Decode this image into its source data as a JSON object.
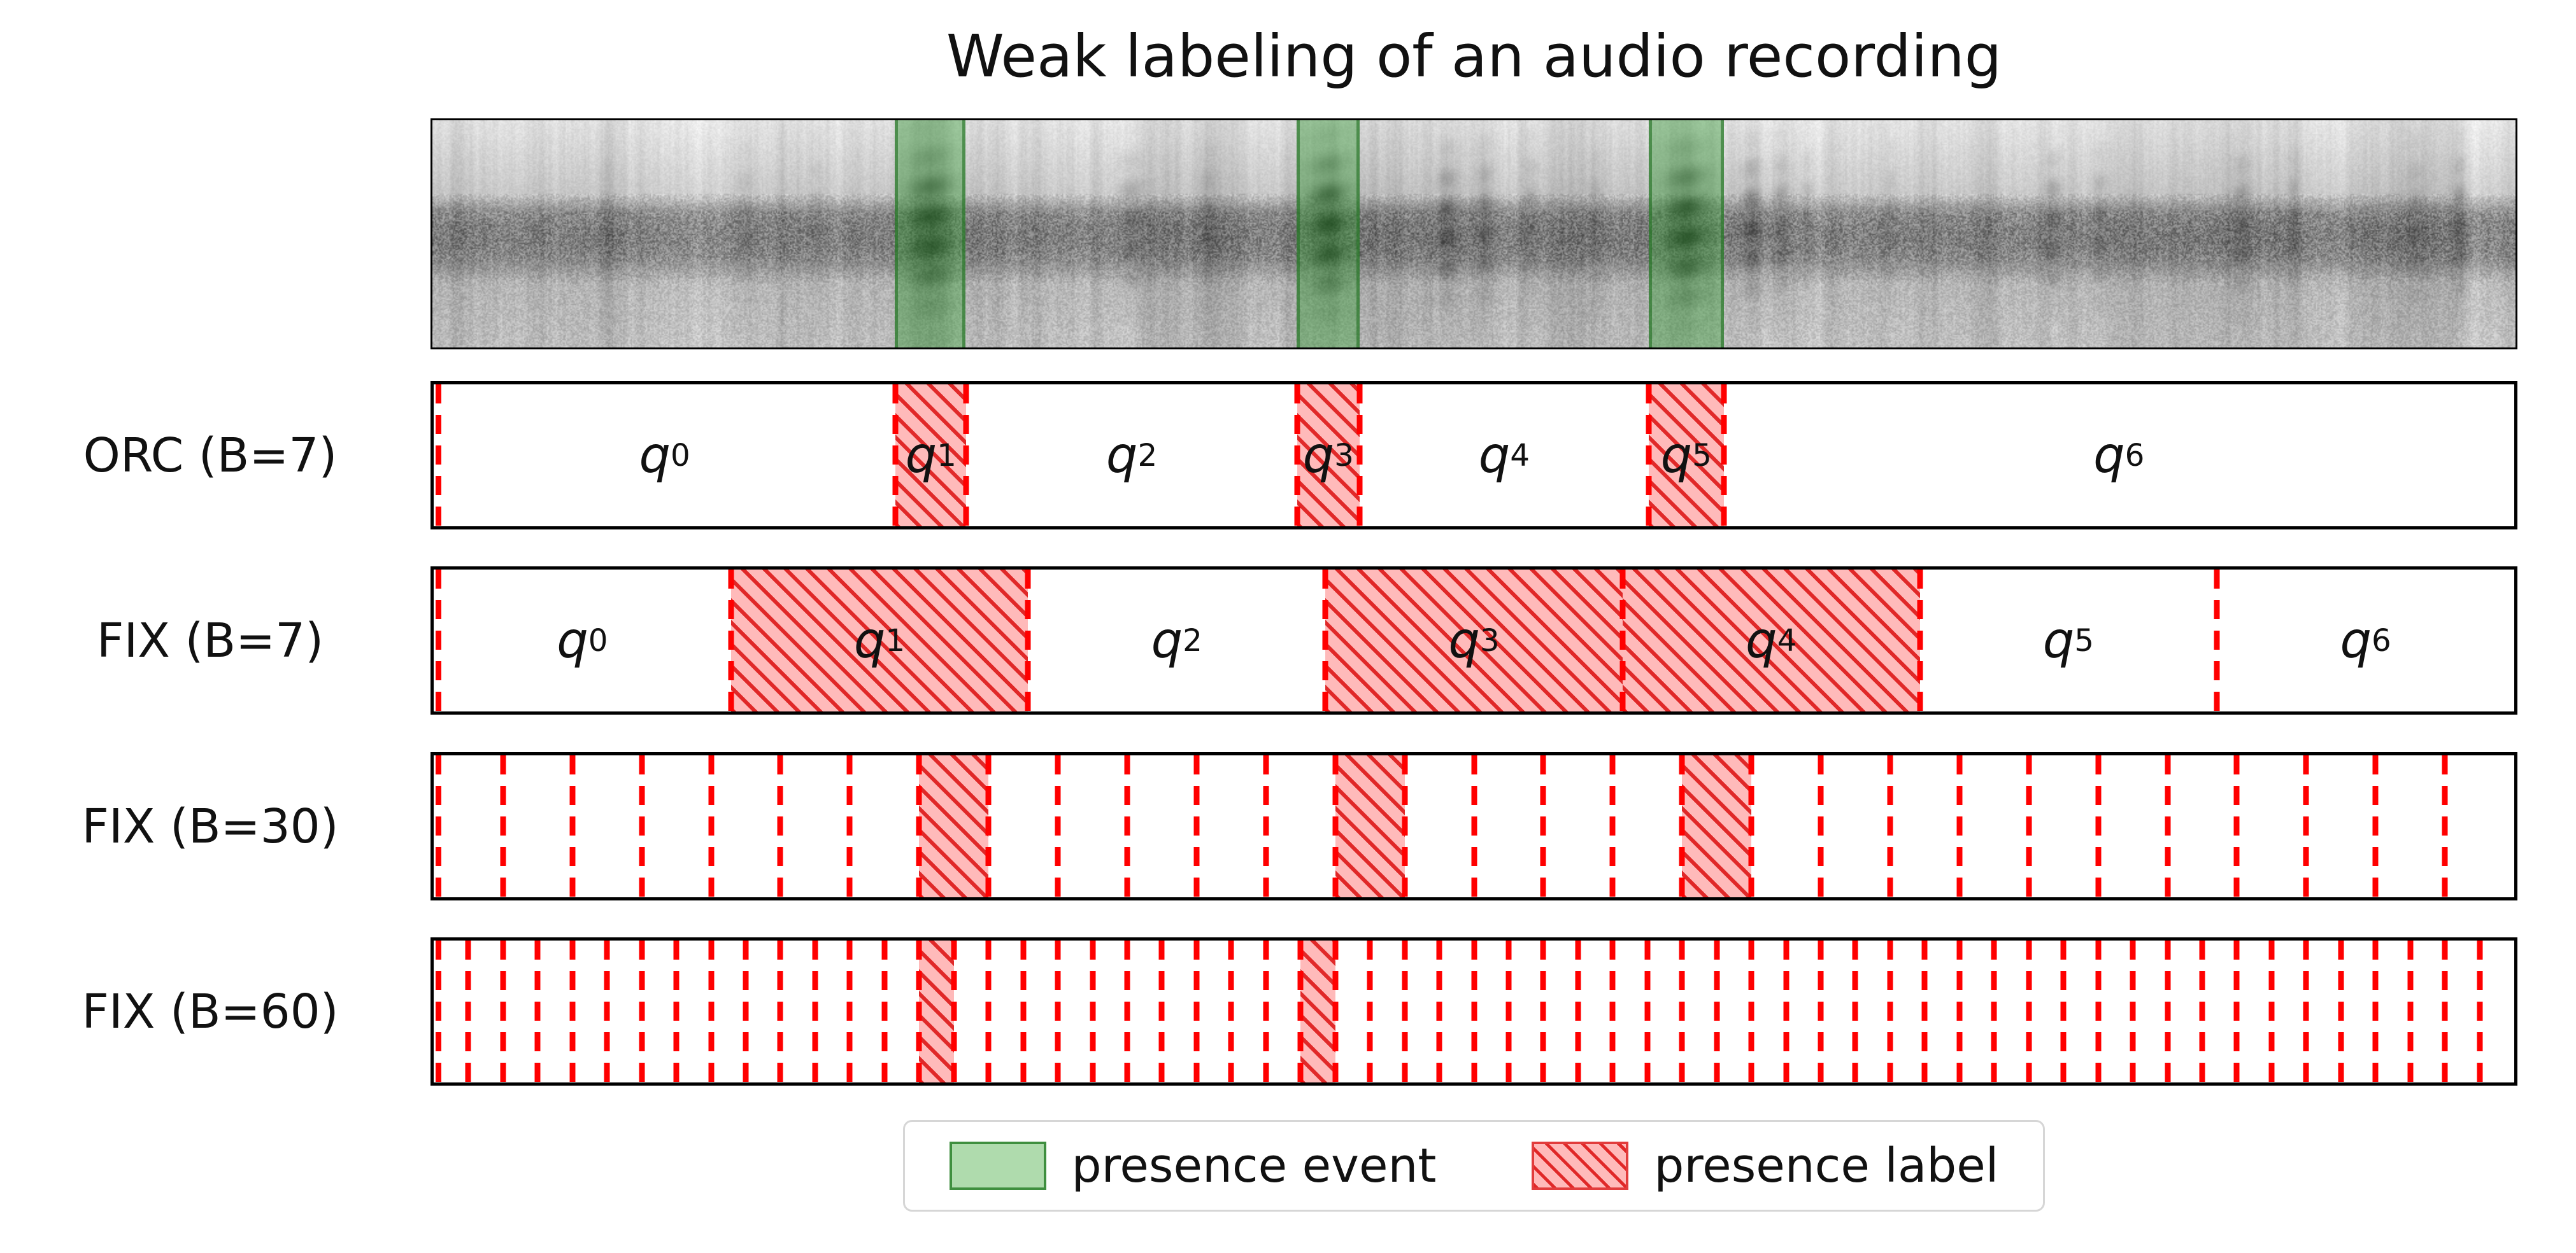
{
  "title": "Weak labeling of an audio recording",
  "colors": {
    "presence_event": "#4daf4a",
    "presence_label": "#ff0000",
    "hatch_fill": "#ffb9b9",
    "frame": "#000000"
  },
  "spectrogram": {
    "events": [
      {
        "start": 0.222,
        "end": 0.256
      },
      {
        "start": 0.415,
        "end": 0.445
      },
      {
        "start": 0.584,
        "end": 0.62
      }
    ]
  },
  "rows": [
    {
      "label": "ORC (B=7)",
      "boundaries": [
        0,
        0.222,
        0.256,
        0.415,
        0.445,
        0.584,
        0.62,
        1
      ],
      "segments": [
        {
          "base": "q",
          "sub": "0"
        },
        {
          "base": "q",
          "sub": "1"
        },
        {
          "base": "q",
          "sub": "2"
        },
        {
          "base": "q",
          "sub": "3"
        },
        {
          "base": "q",
          "sub": "4"
        },
        {
          "base": "q",
          "sub": "5"
        },
        {
          "base": "q",
          "sub": "6"
        }
      ],
      "hatched": [
        1,
        3,
        5
      ]
    },
    {
      "label": "FIX (B=7)",
      "segment_count": 7,
      "segments": [
        {
          "base": "q",
          "sub": "0"
        },
        {
          "base": "q",
          "sub": "1"
        },
        {
          "base": "q",
          "sub": "2"
        },
        {
          "base": "q",
          "sub": "3"
        },
        {
          "base": "q",
          "sub": "4"
        },
        {
          "base": "q",
          "sub": "5"
        },
        {
          "base": "q",
          "sub": "6"
        }
      ],
      "hatched": [
        1,
        3,
        4
      ]
    },
    {
      "label": "FIX (B=30)",
      "segment_count": 30,
      "hatched": [
        7,
        13,
        18
      ]
    },
    {
      "label": "FIX (B=60)",
      "segment_count": 60,
      "hatched": [
        14,
        25
      ]
    }
  ],
  "legend": {
    "items": [
      {
        "label": "presence event",
        "swatch": "event"
      },
      {
        "label": "presence label",
        "swatch": "label"
      }
    ]
  }
}
